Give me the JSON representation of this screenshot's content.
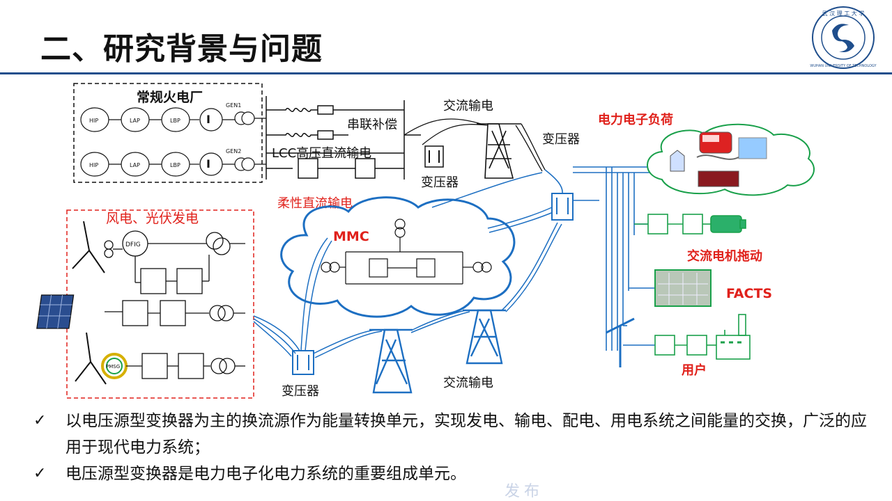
{
  "title": "二、研究背景与问题",
  "logo": {
    "icon": "university-seal-icon",
    "text": "WUHAN UNIVERSITY OF TECHNOLOGY",
    "accent": "#1f4e8c"
  },
  "labels": {
    "thermal_plant": "常规火电厂",
    "gen1": "GEN1",
    "gen2": "GEN2",
    "hip": "HIP",
    "lap": "LAP",
    "lbp": "LBP",
    "series_comp": "串联补偿",
    "lcc_hvdc": "LCC高压直流输电",
    "ac_trans_top": "交流输电",
    "transformer_top": "变压器",
    "transformer_top2": "变压器",
    "transformer_bottom": "变压器",
    "ac_trans_bottom": "交流输电",
    "flexible_dc": "柔性直流输电",
    "mmc": "MMC",
    "wind_pv": "风电、光伏发电",
    "dfig": "DFIG",
    "pmsg": "PMSG",
    "pe_load": "电力电子负荷",
    "ac_motor": "交流电机拖动",
    "facts": "FACTS",
    "user": "用户"
  },
  "colors": {
    "red": "#e0211b",
    "blue": "#1d6fc2",
    "green": "#19a04a",
    "black": "#111111"
  },
  "bullets": [
    {
      "check": "✓",
      "text": "以电压源型变换器为主的换流源作为能量转换单元，实现发电、输电、配电、用电系统之间能量的交换，广泛的应用于现代电力系统；"
    },
    {
      "check": "✓",
      "text": "电压源型变换器是电力电子化电力系统的重要组成单元。"
    }
  ],
  "watermark": "发布"
}
